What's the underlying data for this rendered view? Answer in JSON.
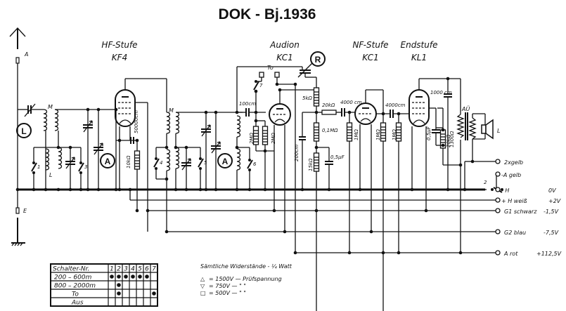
{
  "title": "DOK - Bj.1936",
  "stages": [
    {
      "name": "HF-Stufe",
      "tube": "KF4"
    },
    {
      "name": "Audion",
      "tube": "KC1"
    },
    {
      "name": "NF-Stufe",
      "tube": "KC1"
    },
    {
      "name": "Endstufe",
      "tube": "KL1"
    }
  ],
  "labels": {
    "antenna": "A",
    "earth": "E",
    "loop_L": "L",
    "coil_M": "M",
    "coil_L": "L",
    "trimmer_T": "T",
    "gang_A": "A",
    "reaction_R": "R",
    "to": "To",
    "transformer": "AÜ",
    "speaker": "L"
  },
  "components": {
    "c_hf_grid": "50000cm",
    "r_hf": "10kΩ",
    "c_audion_grid": "100cm",
    "r_audion_1": "2MΩ",
    "r_audion_2": "2MΩ",
    "r_5k": "5kΩ",
    "r_20k": "20kΩ",
    "c_200": "200cm",
    "r_01M": "0,1MΩ",
    "r_15k": "15kΩ",
    "c_05uF": "0,5μF",
    "c_coupling_1": "4000 cm",
    "r_nf_grid": "1MΩ",
    "r_nf_anode": "1MΩ",
    "c_coupling_2": "4000cm",
    "r_end_grid": "1MΩ",
    "c_end_cathode": "0,5μF",
    "r_end_cathode": "20kΩ",
    "c_1000": "1000 cm",
    "r_1300": "1300Ω"
  },
  "switches": [
    "1",
    "2",
    "3",
    "4",
    "5",
    "6",
    "7"
  ],
  "connections": [
    {
      "label": "2xgelb",
      "voltage": ""
    },
    {
      "label": "-A gelb",
      "voltage": ""
    },
    {
      "label": "- H",
      "voltage": "0V"
    },
    {
      "label": "+ H weiß",
      "voltage": "+2V"
    },
    {
      "label": "G1 schwarz",
      "voltage": "-1,5V"
    },
    {
      "label": "G2 blau",
      "voltage": "-7,5V"
    },
    {
      "label": "A rot",
      "voltage": "+112,5V"
    }
  ],
  "switch_table": {
    "header": [
      "Schalter-Nr.",
      "1",
      "2",
      "3",
      "4",
      "5",
      "6",
      "7"
    ],
    "rows": [
      {
        "label": "200 – 600m",
        "on": [
          true,
          true,
          true,
          true,
          true,
          true,
          false
        ]
      },
      {
        "label": "800 – 2000m",
        "on": [
          false,
          true,
          false,
          false,
          false,
          false,
          false
        ]
      },
      {
        "label": "To",
        "on": [
          false,
          true,
          false,
          false,
          false,
          false,
          true
        ]
      },
      {
        "label": "Aus",
        "on": [
          false,
          false,
          false,
          false,
          false,
          false,
          false
        ]
      }
    ]
  },
  "notes": {
    "resistors": "Sämtliche Widerstände - ¼ Watt",
    "test_voltages": [
      {
        "symbol": "△",
        "text": "= 1500V — Prüfspannung"
      },
      {
        "symbol": "▽",
        "text": "= 750V —      \"           \""
      },
      {
        "symbol": "□",
        "text": "= 500V —      \"           \""
      }
    ]
  }
}
